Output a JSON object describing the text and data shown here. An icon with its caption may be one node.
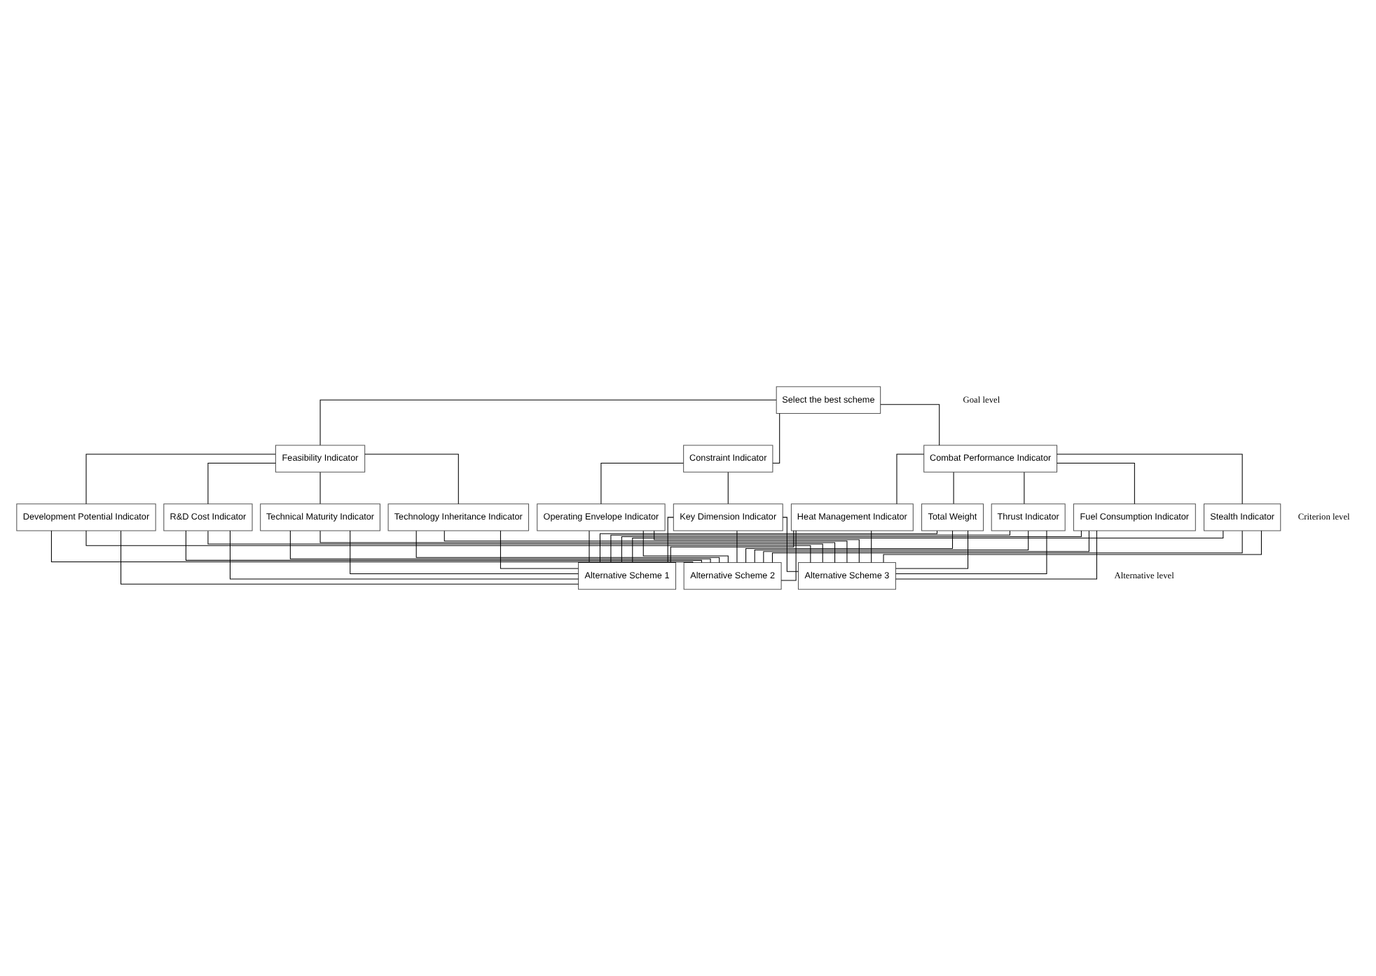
{
  "diagram": {
    "nodes": [
      {
        "text": [
          "Select the best scheme"
        ]
      },
      {
        "text": [
          "Combat Performance Indicator"
        ]
      },
      {
        "text": [
          "Constraint Indicator"
        ]
      },
      {
        "text": [
          "Feasibility Indicator"
        ]
      },
      {
        "text": [
          "Thrust Indicator"
        ]
      },
      {
        "text": [
          "Fuel Consumption Indicator"
        ]
      },
      {
        "text": [
          "Stealth Indicator"
        ]
      },
      {
        "text": [
          "Heat Management Indicator"
        ]
      },
      {
        "text": [
          "Total Weight"
        ]
      },
      {
        "text": [
          "Key Dimension Indicator"
        ]
      },
      {
        "text": [
          "Operating Envelope Indicator"
        ]
      },
      {
        "text": [
          "Development Potential Indicator"
        ]
      },
      {
        "text": [
          "R&D Cost Indicator"
        ]
      },
      {
        "text": [
          "Technical Maturity Indicator"
        ]
      },
      {
        "text": [
          "Technology Inheritance Indicator"
        ]
      },
      {
        "text": [
          "Alternative Scheme 1"
        ]
      },
      {
        "text": [
          "Alternative Scheme 2"
        ]
      },
      {
        "text": [
          "Alternative Scheme 3"
        ]
      }
    ],
    "edges": [
      {
        "from": 0,
        "to": 1,
        "arrow": "none"
      },
      {
        "from": 0,
        "to": 2,
        "arrow": "none"
      },
      {
        "from": 0,
        "to": 3,
        "arrow": "none"
      },
      {
        "from": 1,
        "to": 4,
        "arrow": "none"
      },
      {
        "from": 1,
        "to": 5,
        "arrow": "none"
      },
      {
        "from": 1,
        "to": 6,
        "arrow": "none"
      },
      {
        "from": 1,
        "to": 7,
        "arrow": "none"
      },
      {
        "from": 1,
        "to": 8,
        "arrow": "none"
      },
      {
        "from": 2,
        "to": 9,
        "arrow": "none"
      },
      {
        "from": 2,
        "to": 10,
        "arrow": "none"
      },
      {
        "from": 3,
        "to": 11,
        "arrow": "none"
      },
      {
        "from": 3,
        "to": 12,
        "arrow": "none"
      },
      {
        "from": 3,
        "to": 13,
        "arrow": "none"
      },
      {
        "from": 3,
        "to": 14,
        "arrow": "none"
      },
      {
        "from": 4,
        "to": 15,
        "arrow": "none"
      },
      {
        "from": 4,
        "to": 16,
        "arrow": "none"
      },
      {
        "from": 4,
        "to": 17,
        "arrow": "none"
      },
      {
        "from": 5,
        "to": 15,
        "arrow": "none"
      },
      {
        "from": 5,
        "to": 16,
        "arrow": "none"
      },
      {
        "from": 5,
        "to": 17,
        "arrow": "none"
      },
      {
        "from": 6,
        "to": 15,
        "arrow": "none"
      },
      {
        "from": 6,
        "to": 16,
        "arrow": "none"
      },
      {
        "from": 6,
        "to": 17,
        "arrow": "none"
      },
      {
        "from": 7,
        "to": 15,
        "arrow": "none"
      },
      {
        "from": 7,
        "to": 16,
        "arrow": "none"
      },
      {
        "from": 7,
        "to": 17,
        "arrow": "none"
      },
      {
        "from": 8,
        "to": 15,
        "arrow": "none"
      },
      {
        "from": 8,
        "to": 16,
        "arrow": "none"
      },
      {
        "from": 8,
        "to": 17,
        "arrow": "none"
      },
      {
        "from": 9,
        "to": 15,
        "arrow": "none"
      },
      {
        "from": 9,
        "to": 16,
        "arrow": "none"
      },
      {
        "from": 9,
        "to": 17,
        "arrow": "none"
      },
      {
        "from": 10,
        "to": 15,
        "arrow": "none"
      },
      {
        "from": 10,
        "to": 16,
        "arrow": "none"
      },
      {
        "from": 10,
        "to": 17,
        "arrow": "none"
      },
      {
        "from": 11,
        "to": 15,
        "arrow": "none"
      },
      {
        "from": 11,
        "to": 16,
        "arrow": "none"
      },
      {
        "from": 11,
        "to": 17,
        "arrow": "none"
      },
      {
        "from": 12,
        "to": 15,
        "arrow": "none"
      },
      {
        "from": 12,
        "to": 16,
        "arrow": "none"
      },
      {
        "from": 12,
        "to": 17,
        "arrow": "none"
      },
      {
        "from": 13,
        "to": 15,
        "arrow": "none"
      },
      {
        "from": 13,
        "to": 16,
        "arrow": "none"
      },
      {
        "from": 13,
        "to": 17,
        "arrow": "none"
      },
      {
        "from": 14,
        "to": 15,
        "arrow": "none"
      },
      {
        "from": 14,
        "to": 16,
        "arrow": "none"
      },
      {
        "from": 14,
        "to": 17,
        "arrow": "none"
      }
    ],
    "labels": [
      "Goal level",
      "Criterion level",
      "Alternative level"
    ]
  }
}
